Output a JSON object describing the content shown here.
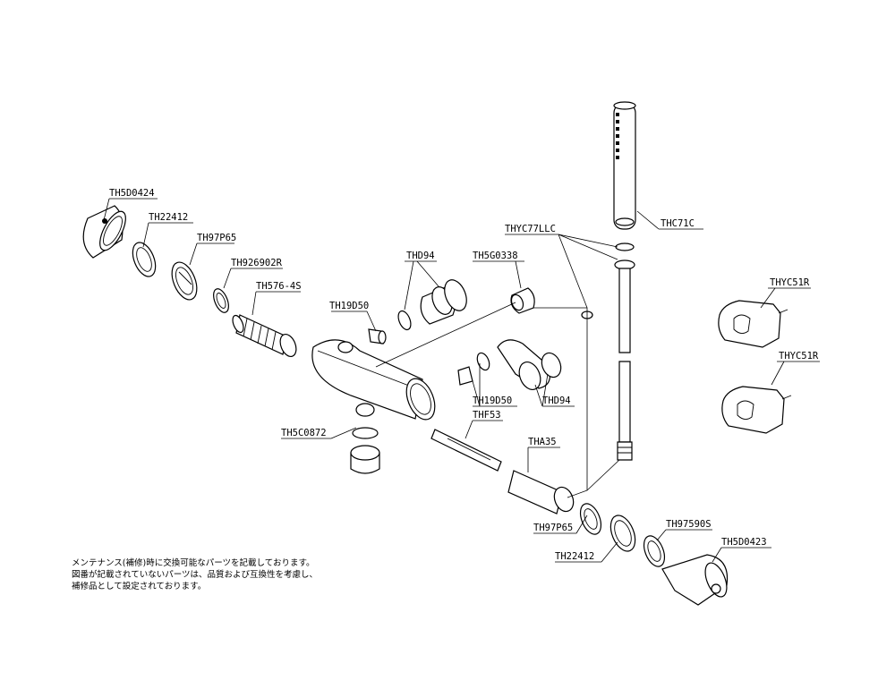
{
  "labels": {
    "th5d0424": "TH5D0424",
    "th22412_top": "TH22412",
    "th97p65_top": "TH97P65",
    "th926902r": "TH926902R",
    "th576_4s": "TH576-4S",
    "th19d50_top": "TH19D50",
    "thd94_top": "THD94",
    "th5g0338": "TH5G0338",
    "thyc77llc": "THYC77LLC",
    "thc71c": "THC71C",
    "thyc51r_top": "THYC51R",
    "thyc51r_bottom": "THYC51R",
    "th19d50_bottom": "TH19D50",
    "thd94_bottom": "THD94",
    "thf53": "THF53",
    "th5c0872": "TH5C0872",
    "tha35": "THA35",
    "th97p65_bottom": "TH97P65",
    "th22412_bottom": "TH22412",
    "th97590s": "TH97590S",
    "th5d0423": "TH5D0423"
  },
  "note": {
    "line1": "メンテナンス(補修)時に交換可能なパーツを記載しております。",
    "line2": "図番が記載されていないパーツは、品質および互換性を考慮し、",
    "line3": "補修品として設定されております。"
  }
}
